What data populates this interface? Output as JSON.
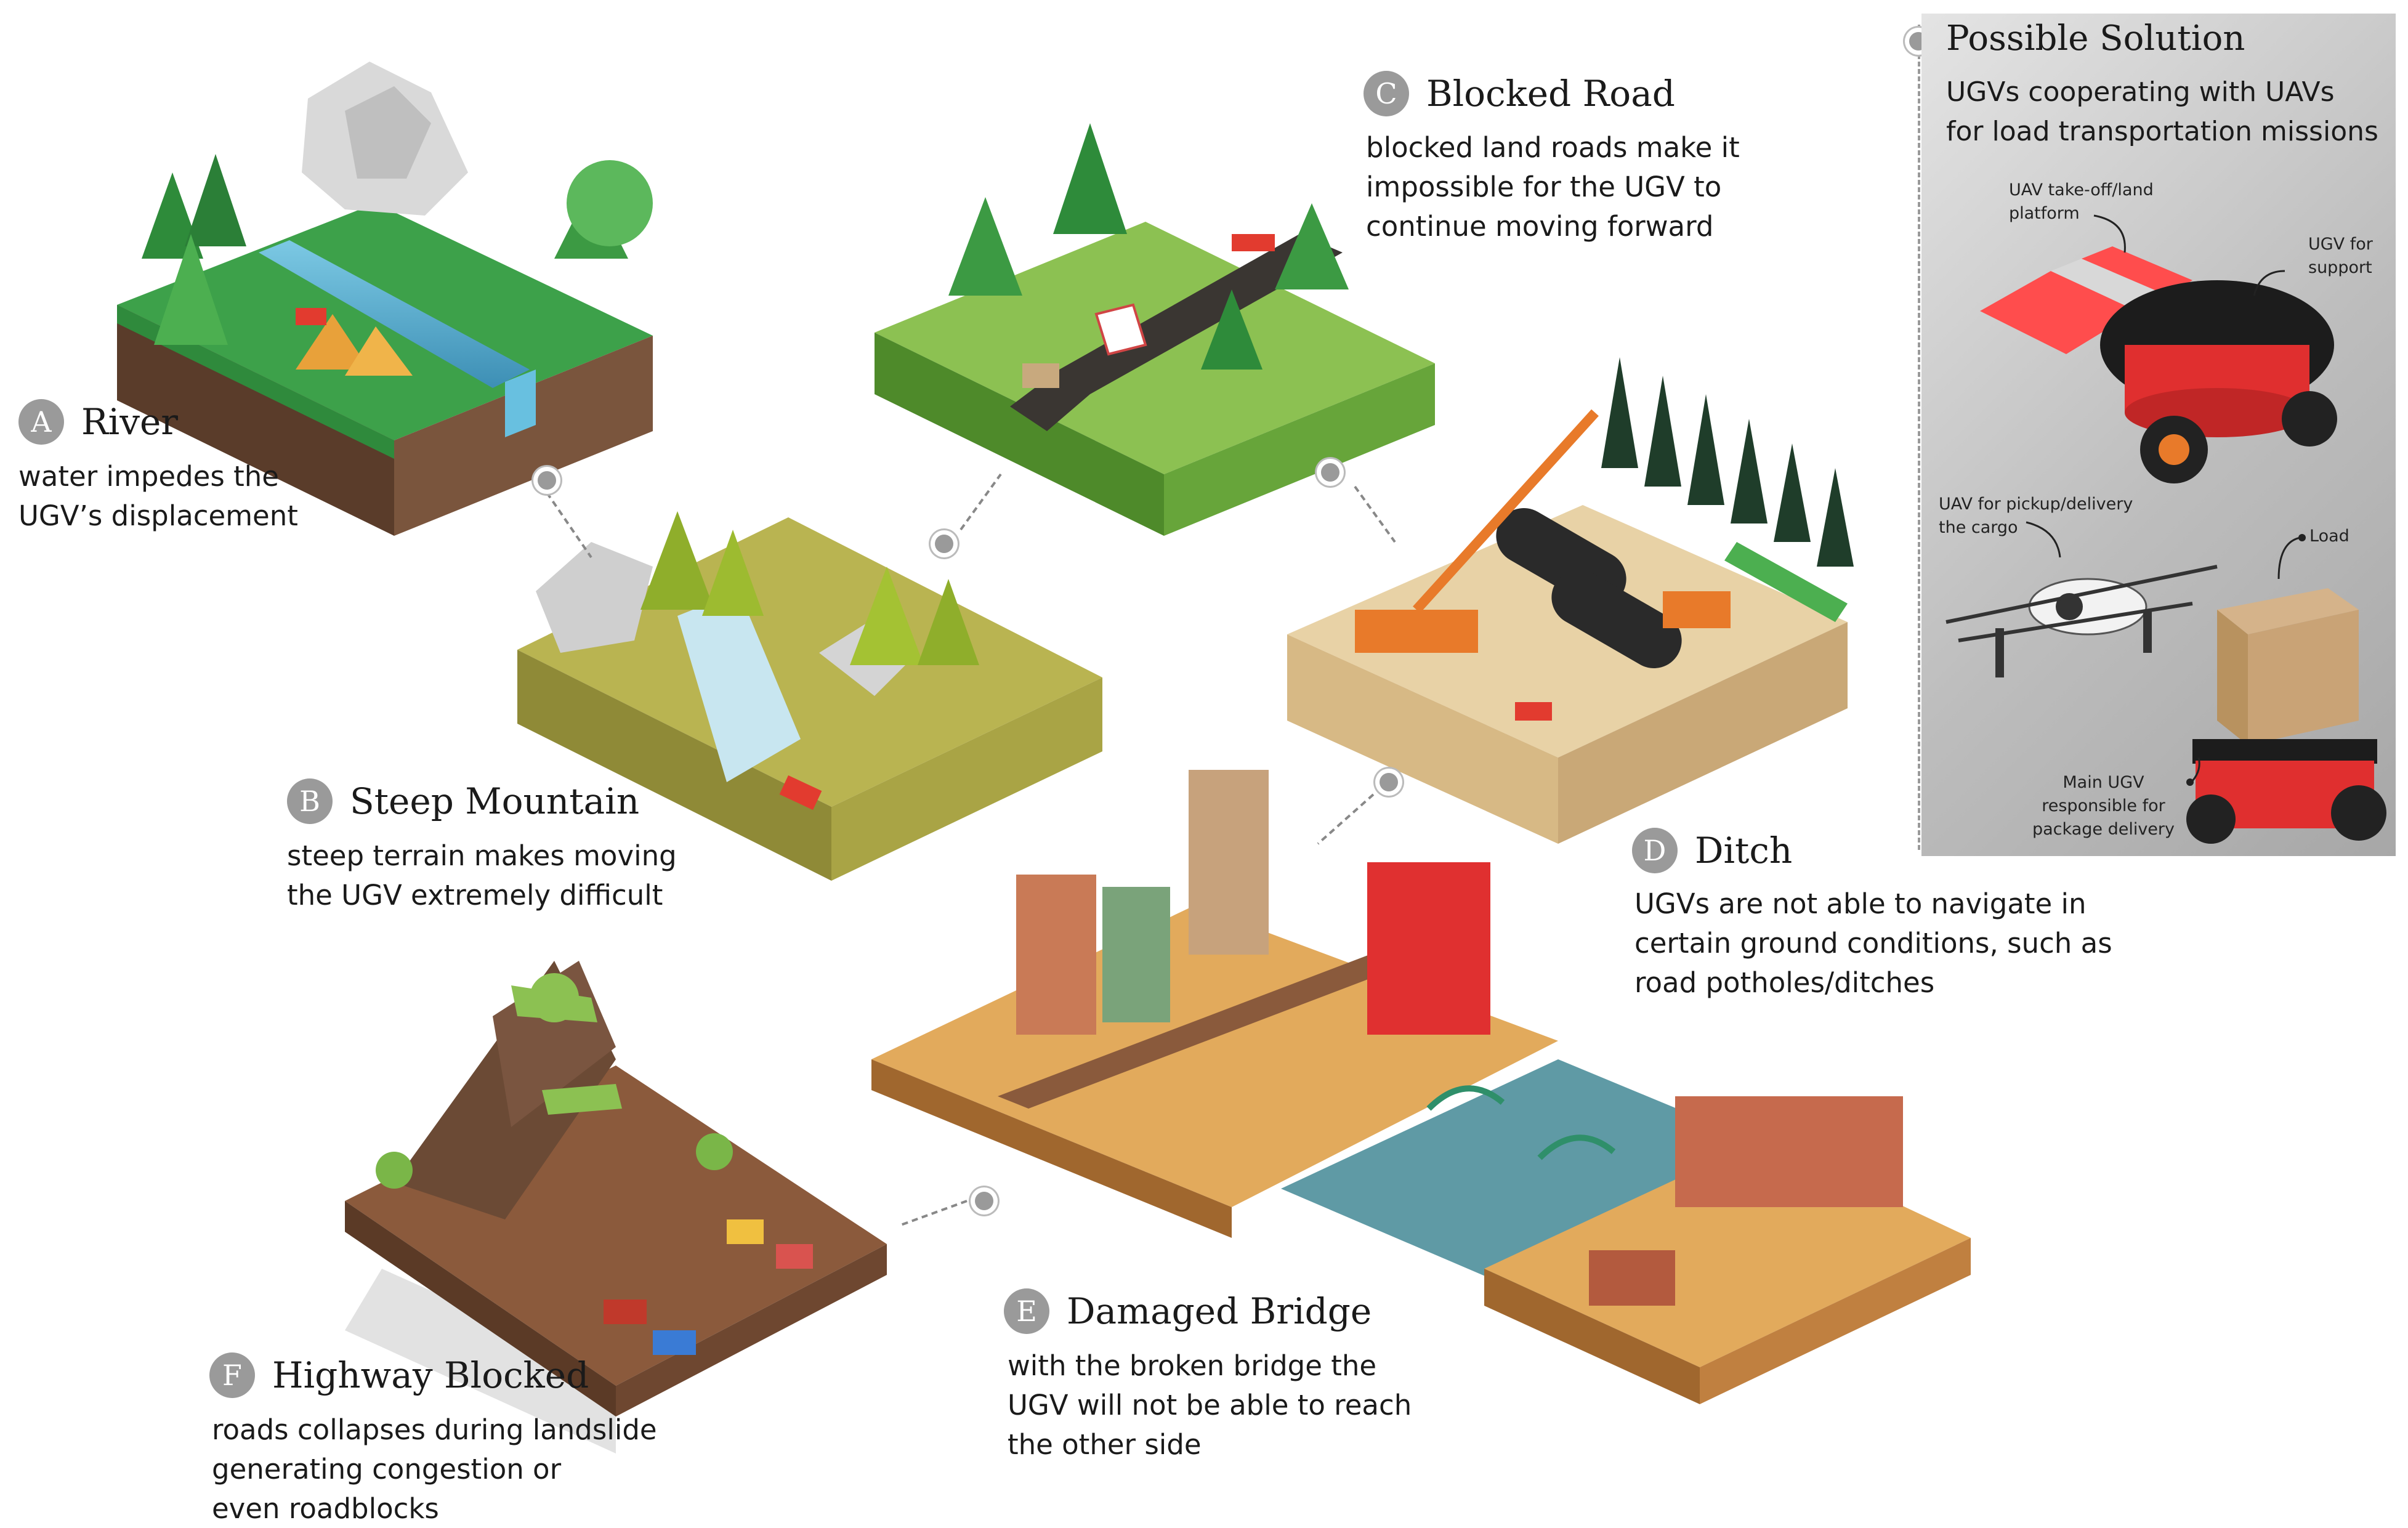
{
  "scenes": {
    "a": {
      "letter": "A",
      "title": "River",
      "lines": [
        "water impedes the",
        "UGV’s displacement"
      ]
    },
    "b": {
      "letter": "B",
      "title": "Steep Mountain",
      "lines": [
        "steep terrain makes moving",
        "the UGV extremely difficult"
      ]
    },
    "c": {
      "letter": "C",
      "title": "Blocked Road",
      "lines": [
        "blocked land roads make it",
        "impossible for the UGV to",
        "continue moving forward"
      ]
    },
    "d": {
      "letter": "D",
      "title": "Ditch",
      "lines": [
        "UGVs are not able to navigate in",
        "certain ground conditions, such as",
        "road potholes/ditches"
      ]
    },
    "e": {
      "letter": "E",
      "title": "Damaged Bridge",
      "lines": [
        "with the broken bridge the",
        "UGV will not be able to reach",
        "the other side"
      ]
    },
    "f": {
      "letter": "F",
      "title": "Highway Blocked",
      "lines": [
        "roads collapses during landslide",
        "generating congestion or",
        "even roadblocks"
      ]
    }
  },
  "solution": {
    "title": "Possible Solution",
    "subtitle_lines": [
      "UGVs cooperating with UAVs",
      "for load transportation missions"
    ],
    "annotations": {
      "platform": [
        "UAV take-off/land",
        "platform"
      ],
      "support_ugv": [
        "UGV for",
        "support"
      ],
      "uav": [
        "UAV for pickup/delivery",
        "the cargo"
      ],
      "load": [
        "Load"
      ],
      "main_ugv": [
        "Main UGV",
        "responsible for",
        "package delivery"
      ]
    }
  },
  "colors": {
    "badge": "#9a9a9a",
    "grass": "#3da14a",
    "soil": "#6b4a35",
    "water": "#5fb8d6",
    "sand": "#e8d2a6",
    "robot_red": "#e23b2f",
    "panel_gray": "#bdbdbd"
  }
}
